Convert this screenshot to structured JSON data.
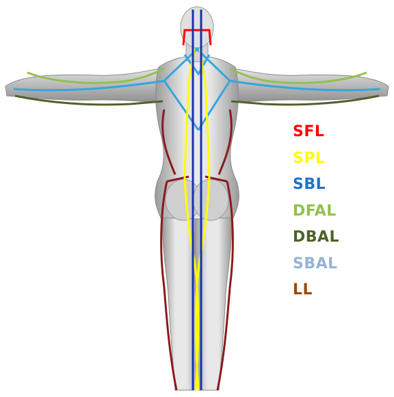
{
  "legend": [
    {
      "label": "SFL",
      "color": "#ff0000"
    },
    {
      "label": "SPL",
      "color": "#ffff00"
    },
    {
      "label": "SBL",
      "color": "#1f73c9"
    },
    {
      "label": "DFAL",
      "color": "#92c04f"
    },
    {
      "label": "DBAL",
      "color": "#4e6228"
    },
    {
      "label": "SBAL",
      "color": "#95b3d7"
    },
    {
      "label": "LL",
      "color": "#9c4a0a"
    }
  ],
  "colors": {
    "sfl": "#ff0000",
    "spl": "#ffff00",
    "sbl": "#1f73c9",
    "dfal": "#92c04f",
    "dbal": "#4e6228",
    "sbal": "#95b3d7",
    "ll": "#9c4a0a",
    "lateral": "#8b1a1a",
    "sbl_deep": "#1a2fb0",
    "skin": "#d9d9d9",
    "skin_shadow": "#a8a8a8"
  }
}
